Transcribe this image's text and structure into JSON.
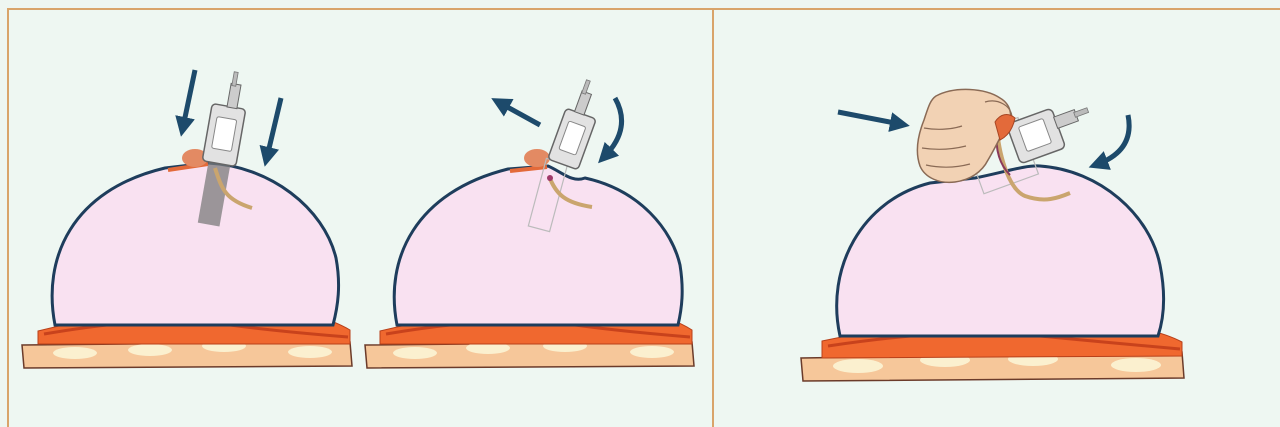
{
  "figure": {
    "panels": [
      {
        "id": "left",
        "steps": [
          "press-down",
          "release-up"
        ]
      },
      {
        "id": "right",
        "steps": [
          "finger-compression"
        ]
      }
    ]
  },
  "colors": {
    "panel_background": "#eef7f2",
    "panel_border": "#d9a46a",
    "breast_fill": "#f9e1f1",
    "breast_outline": "#1e3d5c",
    "muscle": "#f0682f",
    "muscle_dark": "#c8421c",
    "rib_band": "#f6c79a",
    "rib_bone": "#fbf0cf",
    "nipple": "#e38a63",
    "arrow": "#1d4a6b",
    "skin": "#f2d2b4"
  }
}
